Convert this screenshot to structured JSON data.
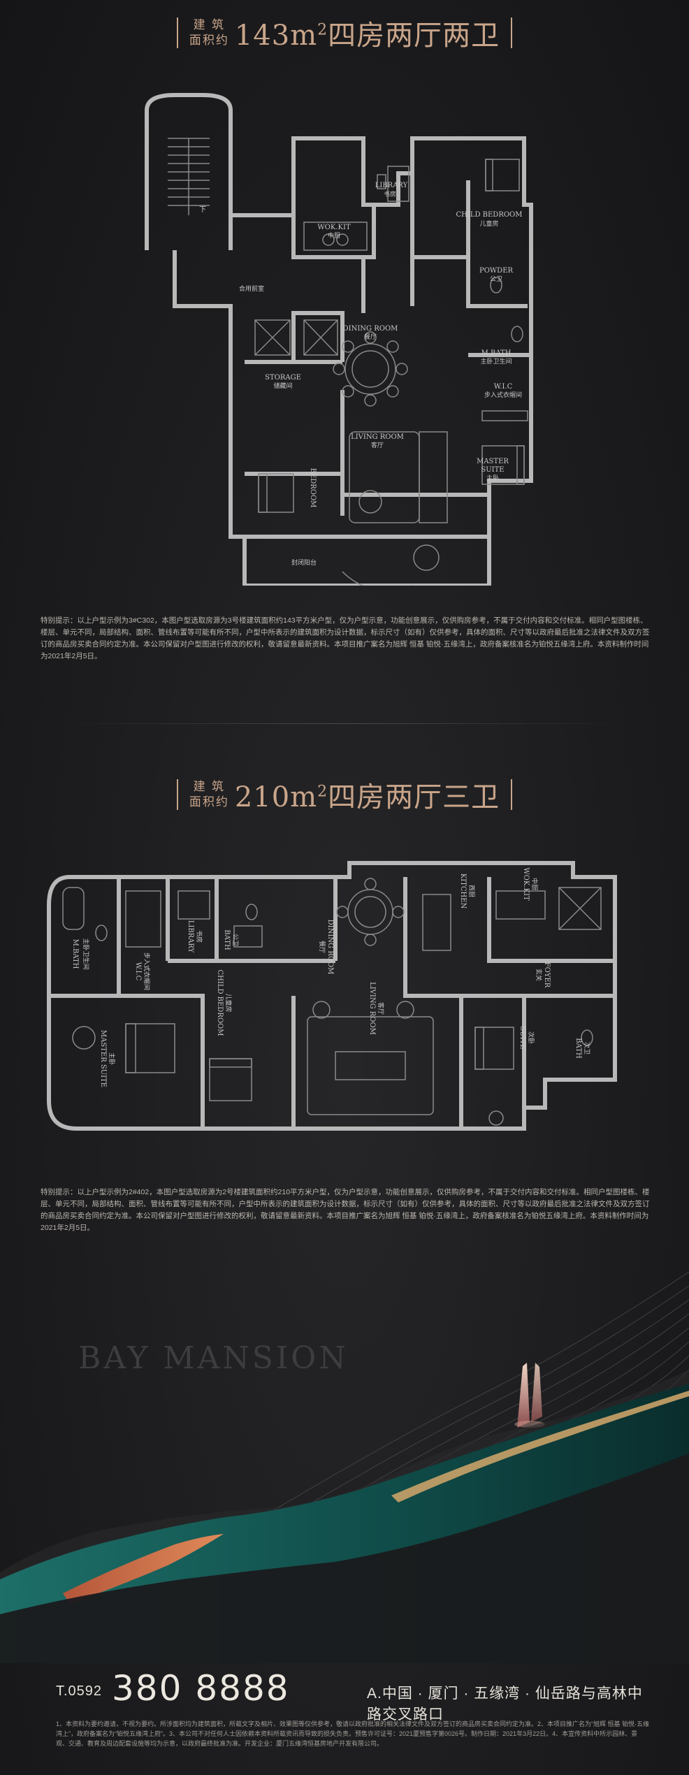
{
  "plan1": {
    "label_line1": "建 筑",
    "label_line2": "面积约",
    "area": "143m",
    "area_sup": "2",
    "layout": "四房两厅两卫",
    "rooms": {
      "library_en": "LIBRARY",
      "library_cn": "书房",
      "child_en": "CHILD BEDROOM",
      "child_cn": "儿童房",
      "wokkit_en": "WOK.KIT",
      "wokkit_cn": "中厨",
      "powder_en": "POWDER",
      "powder_cn": "公卫",
      "dining_en": "DINING ROOM",
      "dining_cn": "餐厅",
      "mbath_en": "M.BATH",
      "mbath_cn": "主卧卫生间",
      "foyer_cn": "合用前室",
      "storage_en": "STORAGE",
      "storage_cn": "储藏间",
      "wlc_en": "W.I.C",
      "wlc_cn": "步入式衣帽间",
      "living_en": "LIVING ROOM",
      "living_cn": "客厅",
      "master_en": "MASTER",
      "master_en2": "SUITE",
      "master_cn": "主卧",
      "bedroom_en": "BEDROOM",
      "balcony_cn": "封闭阳台",
      "stair_down": "下"
    },
    "note": "特别提示：以上户型示例为3#C302，本图户型选取房源为3号楼建筑面积约143平方米户型，仅为户型示意，功能创意展示，仅供购房参考，不属于交付内容和交付标准。相同户型图楼栋、楼层、单元不同，局部结构、面积、管线布置等可能有所不同，户型中所表示的建筑面积为设计数据，标示尺寸（如有）仅供参考，具体的面积、尺寸等以政府最后批准之法律文件及双方签订的商品房买卖合同约定为准。本公司保留对户型图进行修改的权利，敬请留意最新资料。本项目推广案名为旭辉 恒基 铂悦·五缘湾上，政府备案核准名为铂悦五缘湾上府。本资料制作时间为2021年2月5日。"
  },
  "plan2": {
    "label_line1": "建 筑",
    "label_line2": "面积约",
    "area": "210m",
    "area_sup": "2",
    "layout": "四房两厅三卫",
    "rooms": {
      "mbath_en": "M.BATH",
      "mbath_cn": "主卧卫生间",
      "library_en": "LIBRARY",
      "library_cn": "书房",
      "bath_en": "BATH",
      "bath_cn": "公卫",
      "dining_en": "DINING ROOM",
      "dining_cn": "餐厅",
      "kitchen_en": "KITCHEN",
      "kitchen_cn": "西厨",
      "wokkit_en": "WOK.KIT",
      "wokkit_cn": "中厨",
      "wlc_en": "W.I.C",
      "wlc_cn": "步入式衣帽间",
      "foyer_en": "FOYER",
      "foyer_cn": "玄关",
      "child_en": "CHILD BEDROOM",
      "child_cn": "儿童房",
      "living_en": "LIVING ROOM",
      "living_cn": "客厅",
      "master_en": "MASTER SUITE",
      "master_cn": "主卧",
      "suite_en": "SUITE",
      "suite_cn": "次卧",
      "bath2_en": "BATH",
      "bath2_cn": "次卫"
    },
    "note": "特别提示：以上户型示例为2#402，本图户型选取房源为2号楼建筑面积约210平方米户型，仅为户型示意，功能创意展示，仅供购房参考，不属于交付内容和交付标准。相同户型图楼栋、楼层、单元不同，局部结构、面积、管线布置等可能有所不同，户型中所表示的建筑面积为设计数据，标示尺寸（如有）仅供参考，具体的面积、尺寸等以政府最后批准之法律文件及双方签订的商品房买卖合同约定为准。本公司保留对户型图进行修改的权利，敬请留意最新资料。本项目推广案名为旭辉 恒基 铂悦·五缘湾上，政府备案核准名为铂悦五缘湾上府。本资料制作时间为2021年2月5日。"
  },
  "brand": "BAY MANSION",
  "footer": {
    "phone_prefix": "T.0592",
    "phone_number": "380 8888",
    "address": "A.中国 · 厦门 · 五缘湾 · 仙岳路与高林中路交叉路口",
    "legal": "1、本资料为要约邀请，不视为要约。所涉面积均为建筑面积，所载文字及相片、效果图等仅供参考，敬请以政府批准的相关法律文件及双方签订的商品房买卖合同约定为准。2、本项目推广名为“旭辉 恒基 铂悦·五缘湾上”，政府备案名为“铂悦五缘湾上府”。3、本公司不对任何人士因依赖本资料所载资讯而导致的损失负责。预售许可证号：2021厦预售字第0026号。制作日期：2021年3月22日。4、本宣传资料中所示园林、景观、交通、教育及周边配套设施等均为示意，以政府最终批准为准。开发企业：厦门五缘湾恒基房地产开发有限公司。"
  }
}
